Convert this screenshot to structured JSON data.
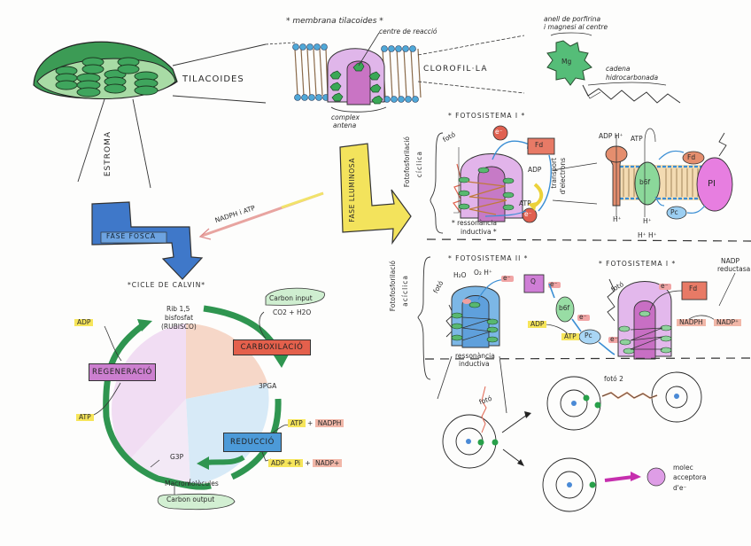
{
  "chloroplast": {
    "tilacoides_label": "TILACOIDES",
    "estroma_label": "ESTROMA"
  },
  "membrane": {
    "title": "* membrana tilacoides *",
    "reaction_center": "centre de reacció",
    "antenna_complex": [
      "complex",
      "antena"
    ],
    "chlorophyll_label": "CLOROFIL·LA"
  },
  "chlorophyll_molecule": {
    "ring_label": [
      "anell de porfirina",
      "i magnesi al centre"
    ],
    "mg_label": "Mg",
    "chain_label": [
      "cadena",
      "hidrocarbonada"
    ]
  },
  "light_phase": {
    "arrow_label": "FASE LLUMINOSA",
    "products_arrow_label": "NADPH i ATP"
  },
  "dark_phase": {
    "arrow_label": "FASE FOSCA",
    "title": "*CICLE DE CALVIN*"
  },
  "calvin_cycle": {
    "rubp": [
      "Rib 1,5",
      "bisfosfat",
      "(RUBISCO)"
    ],
    "carbon_input": "Carbon input",
    "co2_h2o": "CO2 + H2O",
    "carboxylation": "CARBOXILACIÓ",
    "pga": "3PGA",
    "reduction": "REDUCCIÓ",
    "reduction_inputs": {
      "atp": "ATP",
      "plus": "+",
      "nadph": "NADPH"
    },
    "reduction_outputs": {
      "adp_pi": "ADP + Pi",
      "plus": "+",
      "nadp": "NADP+"
    },
    "g3p": "G3P",
    "macromolecules": "Macromolècules",
    "carbon_output": "Carbon output",
    "regeneration": "REGENERACIÓ",
    "adp": "ADP",
    "atp": "ATP"
  },
  "cyclic": {
    "side_label": [
      "Fotofosforilació",
      "cíclica"
    ],
    "title": "* FOTOSISTEMA I *",
    "photon": "fotó",
    "electron": "e⁻",
    "fd": "Fd",
    "adp": "ADP",
    "atp": "ATP",
    "transport_label": [
      "transport",
      "d'electrons"
    ],
    "resonance": [
      "* ressonància",
      "inductiva *"
    ],
    "atp_synthase": {
      "adp_h": "ADP H⁺",
      "atp": "ATP"
    },
    "cytochrome": "b6f",
    "ps": "PI",
    "fd_small": "Fd",
    "pc": "Pc",
    "h_labels": [
      "H⁺",
      "H⁺",
      "H⁺ H⁺"
    ]
  },
  "acyclic": {
    "side_label": [
      "Fotofosforilació",
      "acíclica"
    ],
    "ps2_title": "* FOTOSISTEMA II *",
    "ps1_title": "* FOTOSISTEMA I *",
    "photon": "fotó",
    "water": "H₂O",
    "o2_h": "O₂ H⁺",
    "electron": "e⁻",
    "q": "Q",
    "b6f": "b6f",
    "adp": "ADP",
    "atp": "ATP",
    "pc": "Pc",
    "fd": "Fd",
    "nadp_reductase": [
      "NADP",
      "reductasa"
    ],
    "nadph": "NADPH",
    "nadp": "NADP⁺",
    "resonance": [
      "ressonància",
      "inductiva"
    ]
  },
  "atoms": {
    "photon": "fotó",
    "photon2": "fotó 2",
    "acceptor": [
      "molec",
      "acceptora",
      "d'e⁻"
    ]
  },
  "colors": {
    "green": "#4cb26a",
    "dark_green": "#2f8f4a",
    "pink": "#dba8e0",
    "magenta": "#c873c8",
    "blue": "#4a86d0",
    "yellow": "#f2e053",
    "red": "#e06450",
    "orange": "#e8a27a",
    "light_blue": "#8ec4ec"
  }
}
